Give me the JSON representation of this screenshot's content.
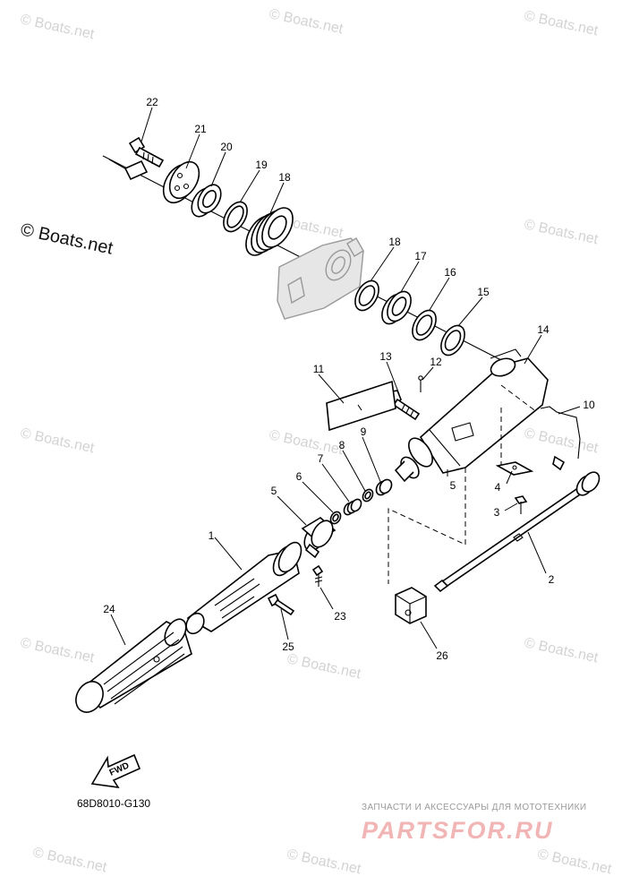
{
  "watermarks": {
    "text": "© Boats.net",
    "main_text": "© Boats.net"
  },
  "diagram": {
    "code": "68D8010-G130",
    "fwd_label": "FWD",
    "part_numbers": [
      "1",
      "2",
      "3",
      "4",
      "5",
      "5",
      "6",
      "7",
      "8",
      "9",
      "10",
      "11",
      "12",
      "13",
      "14",
      "15",
      "16",
      "17",
      "18",
      "18",
      "19",
      "20",
      "21",
      "22",
      "23",
      "24",
      "25",
      "26"
    ]
  },
  "shop": {
    "tagline": "ЗАПЧАСТИ И АКСЕССУАРЫ ДЛЯ МОТОТЕХНИКИ",
    "logo": "PARTSFOR.RU"
  },
  "colors": {
    "line": "#000000",
    "watermark": "#d3d3d3",
    "logo": "#f2b5b5"
  }
}
